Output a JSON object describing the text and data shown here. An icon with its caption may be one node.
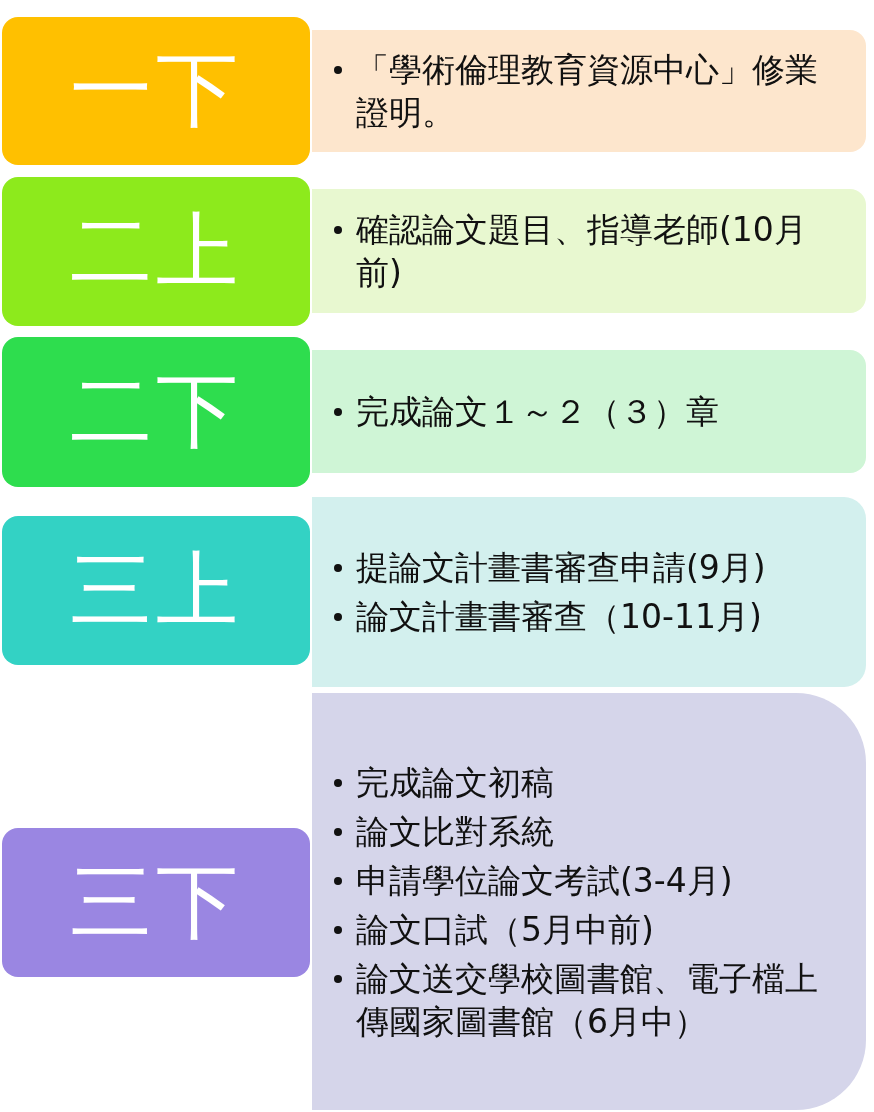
{
  "diagram": {
    "nodes": [
      {
        "text": [
          "一下"
        ]
      },
      {
        "text": [
          "「學術倫理教育資源中心」修業證明。"
        ]
      },
      {
        "text": [
          "二上"
        ]
      },
      {
        "text": [
          "確認論文題目、指導老師(10月前)"
        ]
      },
      {
        "text": [
          "二下"
        ]
      },
      {
        "text": [
          "完成論文１～２（３）章"
        ]
      },
      {
        "text": [
          "三上"
        ]
      },
      {
        "text": [
          "提論文計畫書審查申請(9月)",
          "論文計畫書審查（10-11月)"
        ]
      },
      {
        "text": [
          "三下"
        ]
      },
      {
        "text": [
          "完成論文初稿",
          "論文比對系統",
          "申請學位論文考試(3-4月)",
          "論文口試（5月中前)",
          "論文送交學校圖書館、電子檔上傳國家圖書館（6月中）"
        ]
      }
    ]
  }
}
